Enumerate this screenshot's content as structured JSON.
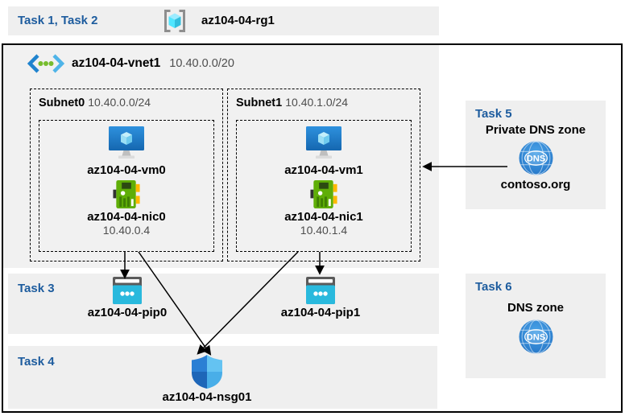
{
  "header": {
    "tasks_label": "Task 1, Task 2",
    "resource_group_name": "az104-04-rg1"
  },
  "vnet": {
    "name": "az104-04-vnet1",
    "cidr": "10.40.0.0/20",
    "subnets": [
      {
        "name": "Subnet0",
        "cidr": "10.40.0.0/24",
        "vm": "az104-04-vm0",
        "nic": "az104-04-nic0",
        "ip": "10.40.0.4"
      },
      {
        "name": "Subnet1",
        "cidr": "10.40.1.0/24",
        "vm": "az104-04-vm1",
        "nic": "az104-04-nic1",
        "ip": "10.40.1.4"
      }
    ]
  },
  "task3": {
    "label": "Task 3",
    "pips": [
      "az104-04-pip0",
      "az104-04-pip1"
    ]
  },
  "task4": {
    "label": "Task 4",
    "nsg": "az104-04-nsg01"
  },
  "task5": {
    "label": "Task 5",
    "title": "Private DNS zone",
    "zone": "contoso.org"
  },
  "task6": {
    "label": "Task 6",
    "title": "DNS zone"
  },
  "icons": {
    "dns_label": "DNS",
    "names": [
      "resource-group-icon",
      "virtual-network-icon",
      "virtual-machine-icon",
      "network-interface-icon",
      "public-ip-icon",
      "network-security-group-icon",
      "dns-zone-icon"
    ]
  },
  "colors": {
    "task_label_blue": "#1D5C9E",
    "panel_gray": "#EFEFEF",
    "vnet_gray": "#F1F1F1",
    "secondary_text": "#4D4D4D",
    "arrow_black": "#000000",
    "rg_cube_cyan": "#50E6FF",
    "vnet_chevron_blue": "#1F83CE",
    "dot_green": "#76BC2D",
    "vm_screen_blue": "#1E7FD0",
    "nic_green": "#5FAE07",
    "nic_yellow": "#FFB900",
    "pip_cyan": "#29B9DD",
    "nsg_quadrants": [
      "#2B7FD4",
      "#64C3F2",
      "#1E66B8",
      "#49AEE8"
    ],
    "dns_globe_blue": "#2477C8"
  }
}
